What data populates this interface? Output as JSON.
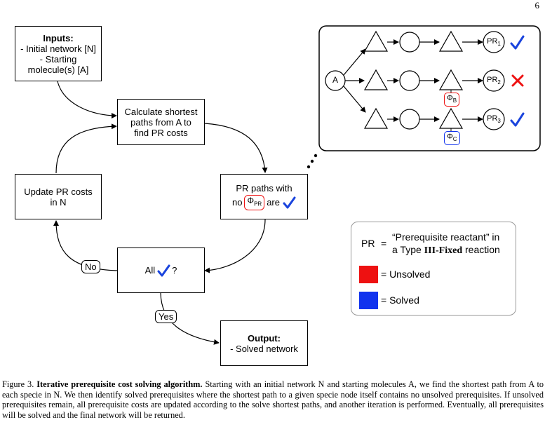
{
  "page_number": "6",
  "flow": {
    "inputs": {
      "title": "Inputs:",
      "line1": "- Initial network [N]",
      "line2": "- Starting",
      "line3": "molecule(s) [A]"
    },
    "calc": {
      "line1": "Calculate shortest",
      "line2": "paths from A to",
      "line3": "find PR costs"
    },
    "pr_paths": {
      "line1": "PR paths with",
      "no": "no",
      "phi": "Φ",
      "phi_sub": "PR",
      "are": "are"
    },
    "update": {
      "line1": "Update PR costs",
      "line2": "in N"
    },
    "all_check": {
      "text": "All",
      "q": "?"
    },
    "no_label": "No",
    "yes_label": "Yes",
    "output": {
      "title": "Output:",
      "line1": "- Solved network"
    }
  },
  "network": {
    "source": "A",
    "pr_nodes": [
      {
        "label": "PR",
        "sub": "1",
        "status": "solved"
      },
      {
        "label": "PR",
        "sub": "2",
        "status": "unsolved"
      },
      {
        "label": "PR",
        "sub": "3",
        "status": "solved"
      }
    ],
    "phi_tags": [
      {
        "label": "Φ",
        "sub": "B",
        "color": "#ee1111"
      },
      {
        "label": "Φ",
        "sub": "C",
        "color": "#1133ee"
      }
    ]
  },
  "legend": {
    "pr_abbrev": "PR",
    "equals": "=",
    "definition_line1": "“Prerequisite reactant” in",
    "definition_line2_prefix": "a Type",
    "definition_line2_bold": "III-Fixed",
    "definition_line2_suffix": "reaction",
    "unsolved_label": "= Unsolved",
    "solved_label": "= Solved",
    "unsolved_color": "#ee1111",
    "solved_color": "#1133ee"
  },
  "colors": {
    "check": "#1a44dd",
    "cross": "#ee1111"
  },
  "caption": {
    "figure_label": "Figure 3.",
    "title": "Iterative prerequisite cost solving algorithm.",
    "body": "Starting with an initial network N and starting molecules A, we find the shortest path from A to each specie in N. We then identify solved prerequisites where the shortest path to a given specie node itself contains no unsolved prerequisites. If unsolved prerequisites remain, all prerequisite costs are updated according to the solve shortest paths, and another iteration is performed. Eventually, all prerequisites will be solved and the final network will be returned."
  }
}
